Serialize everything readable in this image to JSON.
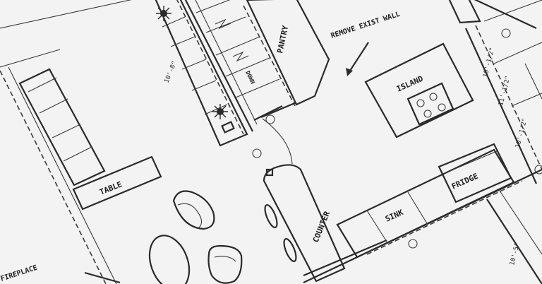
{
  "labels": {
    "pantry": "PANTRY",
    "remove_wall": "REMOVE EXIST WALL",
    "island": "ISLAND",
    "down": "DOWN",
    "table": "TABLE",
    "counter": "COUNTER",
    "sink": "SINK",
    "fridge": "FRIDGE",
    "fireplace": "FIREPLACE"
  },
  "dimensions": {
    "stair": "10'-8\"",
    "right_a": "10'-1/2\"",
    "right_b": "11'-1/2\"",
    "right_c": "10'-1/2\"",
    "right_d": "10'-5\""
  },
  "colors": {
    "paper": "#f3f3f3",
    "ink": "#2a2a2a"
  }
}
